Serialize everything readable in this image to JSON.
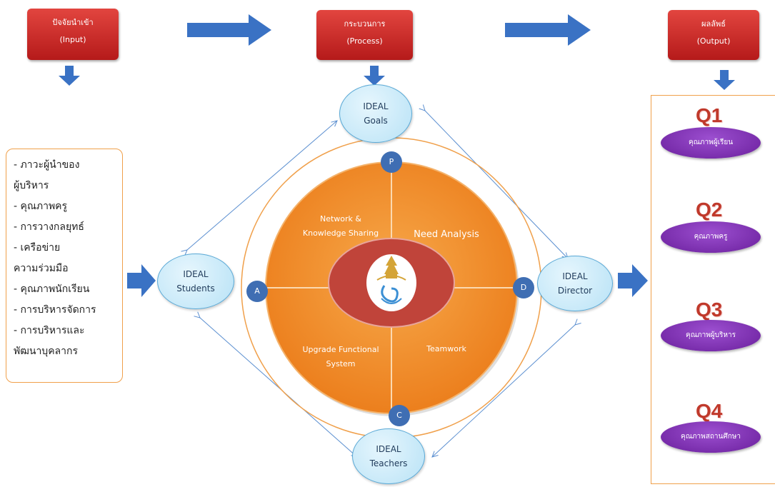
{
  "headers": {
    "input": {
      "line1": "ปัจจัยนำเข้า",
      "line2": "(Input)"
    },
    "process": {
      "line1": "กระบวนการ",
      "line2": "(Process)"
    },
    "output": {
      "line1": "ผลลัพธ์",
      "line2": "(Output)"
    }
  },
  "input_items": [
    "- ภาวะผู้นำของ",
    "ผู้บริหาร",
    "- คุณภาพครู",
    "- การวางกลยุทธ์",
    "- เครือข่าย",
    "ความร่วมมือ",
    "- คุณภาพนักเรียน",
    "- การบริหารจัดการ",
    "- การบริหารและ",
    "พัฒนาบุคลากร"
  ],
  "ideal_nodes": {
    "goals": {
      "line1": "IDEAL",
      "line2": "Goals"
    },
    "students": {
      "line1": "IDEAL",
      "line2": "Students"
    },
    "director": {
      "line1": "IDEAL",
      "line2": "Director"
    },
    "teachers": {
      "line1": "IDEAL",
      "line2": "Teachers"
    }
  },
  "cycle_nodes": {
    "p": "P",
    "a": "A",
    "d": "D",
    "c": "C"
  },
  "quadrants": {
    "top_left": {
      "line1": "Network &",
      "line2": "Knowledge Sharing"
    },
    "top_right": {
      "line1": "Need ",
      "line2": "Analysis"
    },
    "bottom_left": {
      "line1": "Upgrade Functional",
      "line2": "System"
    },
    "bottom_right": {
      "line1": "Teamwork"
    }
  },
  "outputs": [
    {
      "label": "Q1",
      "text": "คุณภาพผู้เรียน"
    },
    {
      "label": "Q2",
      "text": "คุณภาพครู"
    },
    {
      "label": "Q3",
      "text": "คุณภาพผู้บริหาร"
    },
    {
      "label": "Q4",
      "text": "คุณภาพสถานศึกษา"
    }
  ],
  "colors": {
    "header_red": "#c62a26",
    "arrow_blue": "#3a72c4",
    "bubble_blue": "#c7e8f8",
    "orange": "#f0902a",
    "node_blue": "#3f6eb3",
    "purple": "#7b2fae",
    "q_red": "#c0392b"
  }
}
